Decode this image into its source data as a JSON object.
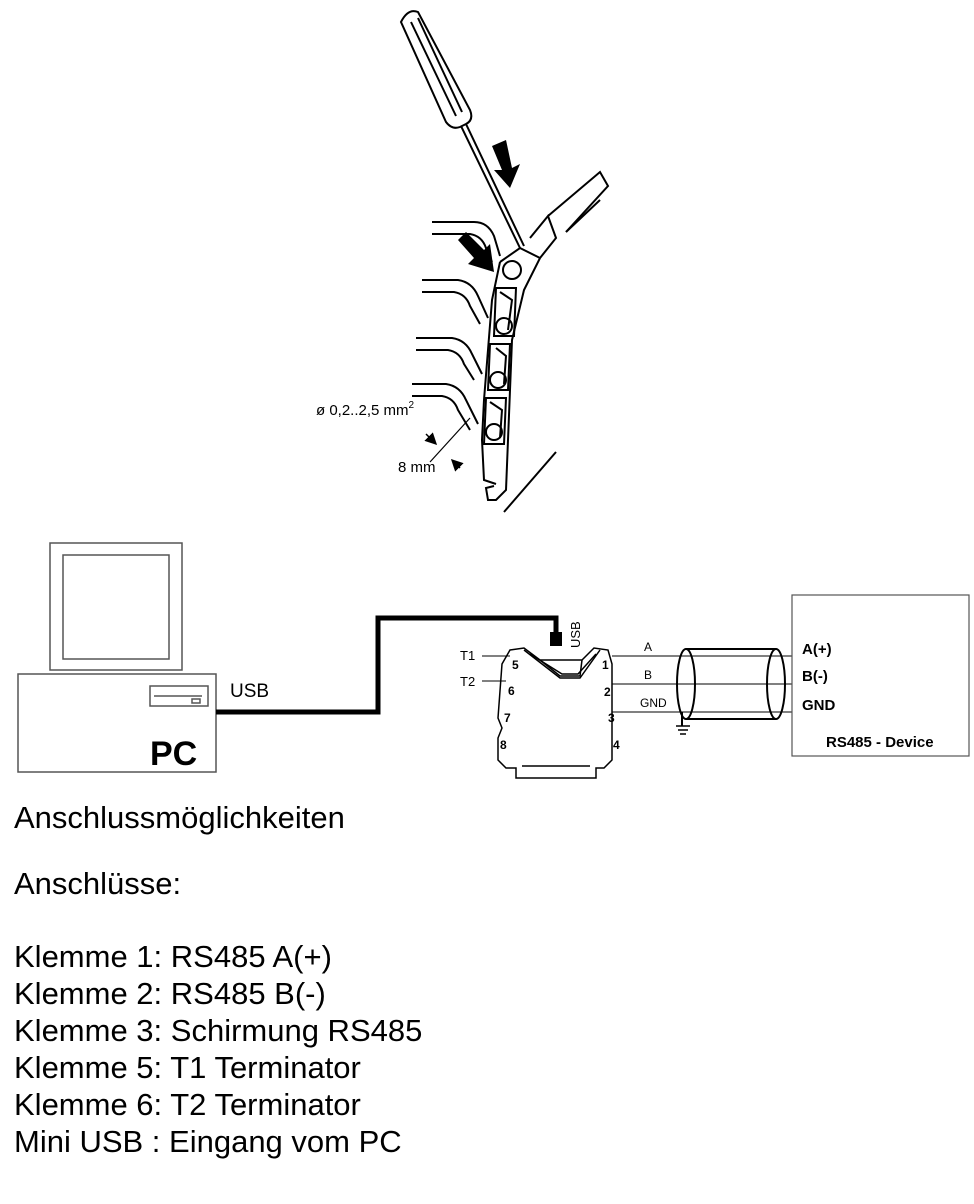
{
  "diagram": {
    "wire_spec": "ø 0,2..2,5 mm",
    "wire_spec_sup": "2",
    "strip_length": "8 mm",
    "pc_label": "PC",
    "usb_cable_label": "USB",
    "usb_port_label": "USB",
    "t1_label": "T1",
    "t2_label": "T2",
    "terminal_numbers": [
      "5",
      "6",
      "7",
      "8",
      "1",
      "2",
      "3",
      "4"
    ],
    "line_a": "A",
    "line_b": "B",
    "line_gnd": "GND",
    "device_a": "A(+)",
    "device_b": "B(-)",
    "device_gnd": "GND",
    "device_name": "RS485 - Device"
  },
  "text": {
    "heading": "Anschlussmöglichkeiten",
    "subheading": "Anschlüsse:",
    "terminals": [
      "Klemme 1: RS485 A(+)",
      "Klemme 2: RS485 B(-)",
      "Klemme 3: Schirmung RS485",
      "Klemme 5: T1 Terminator",
      "Klemme 6: T2 Terminator",
      "Mini USB : Eingang vom PC"
    ]
  }
}
